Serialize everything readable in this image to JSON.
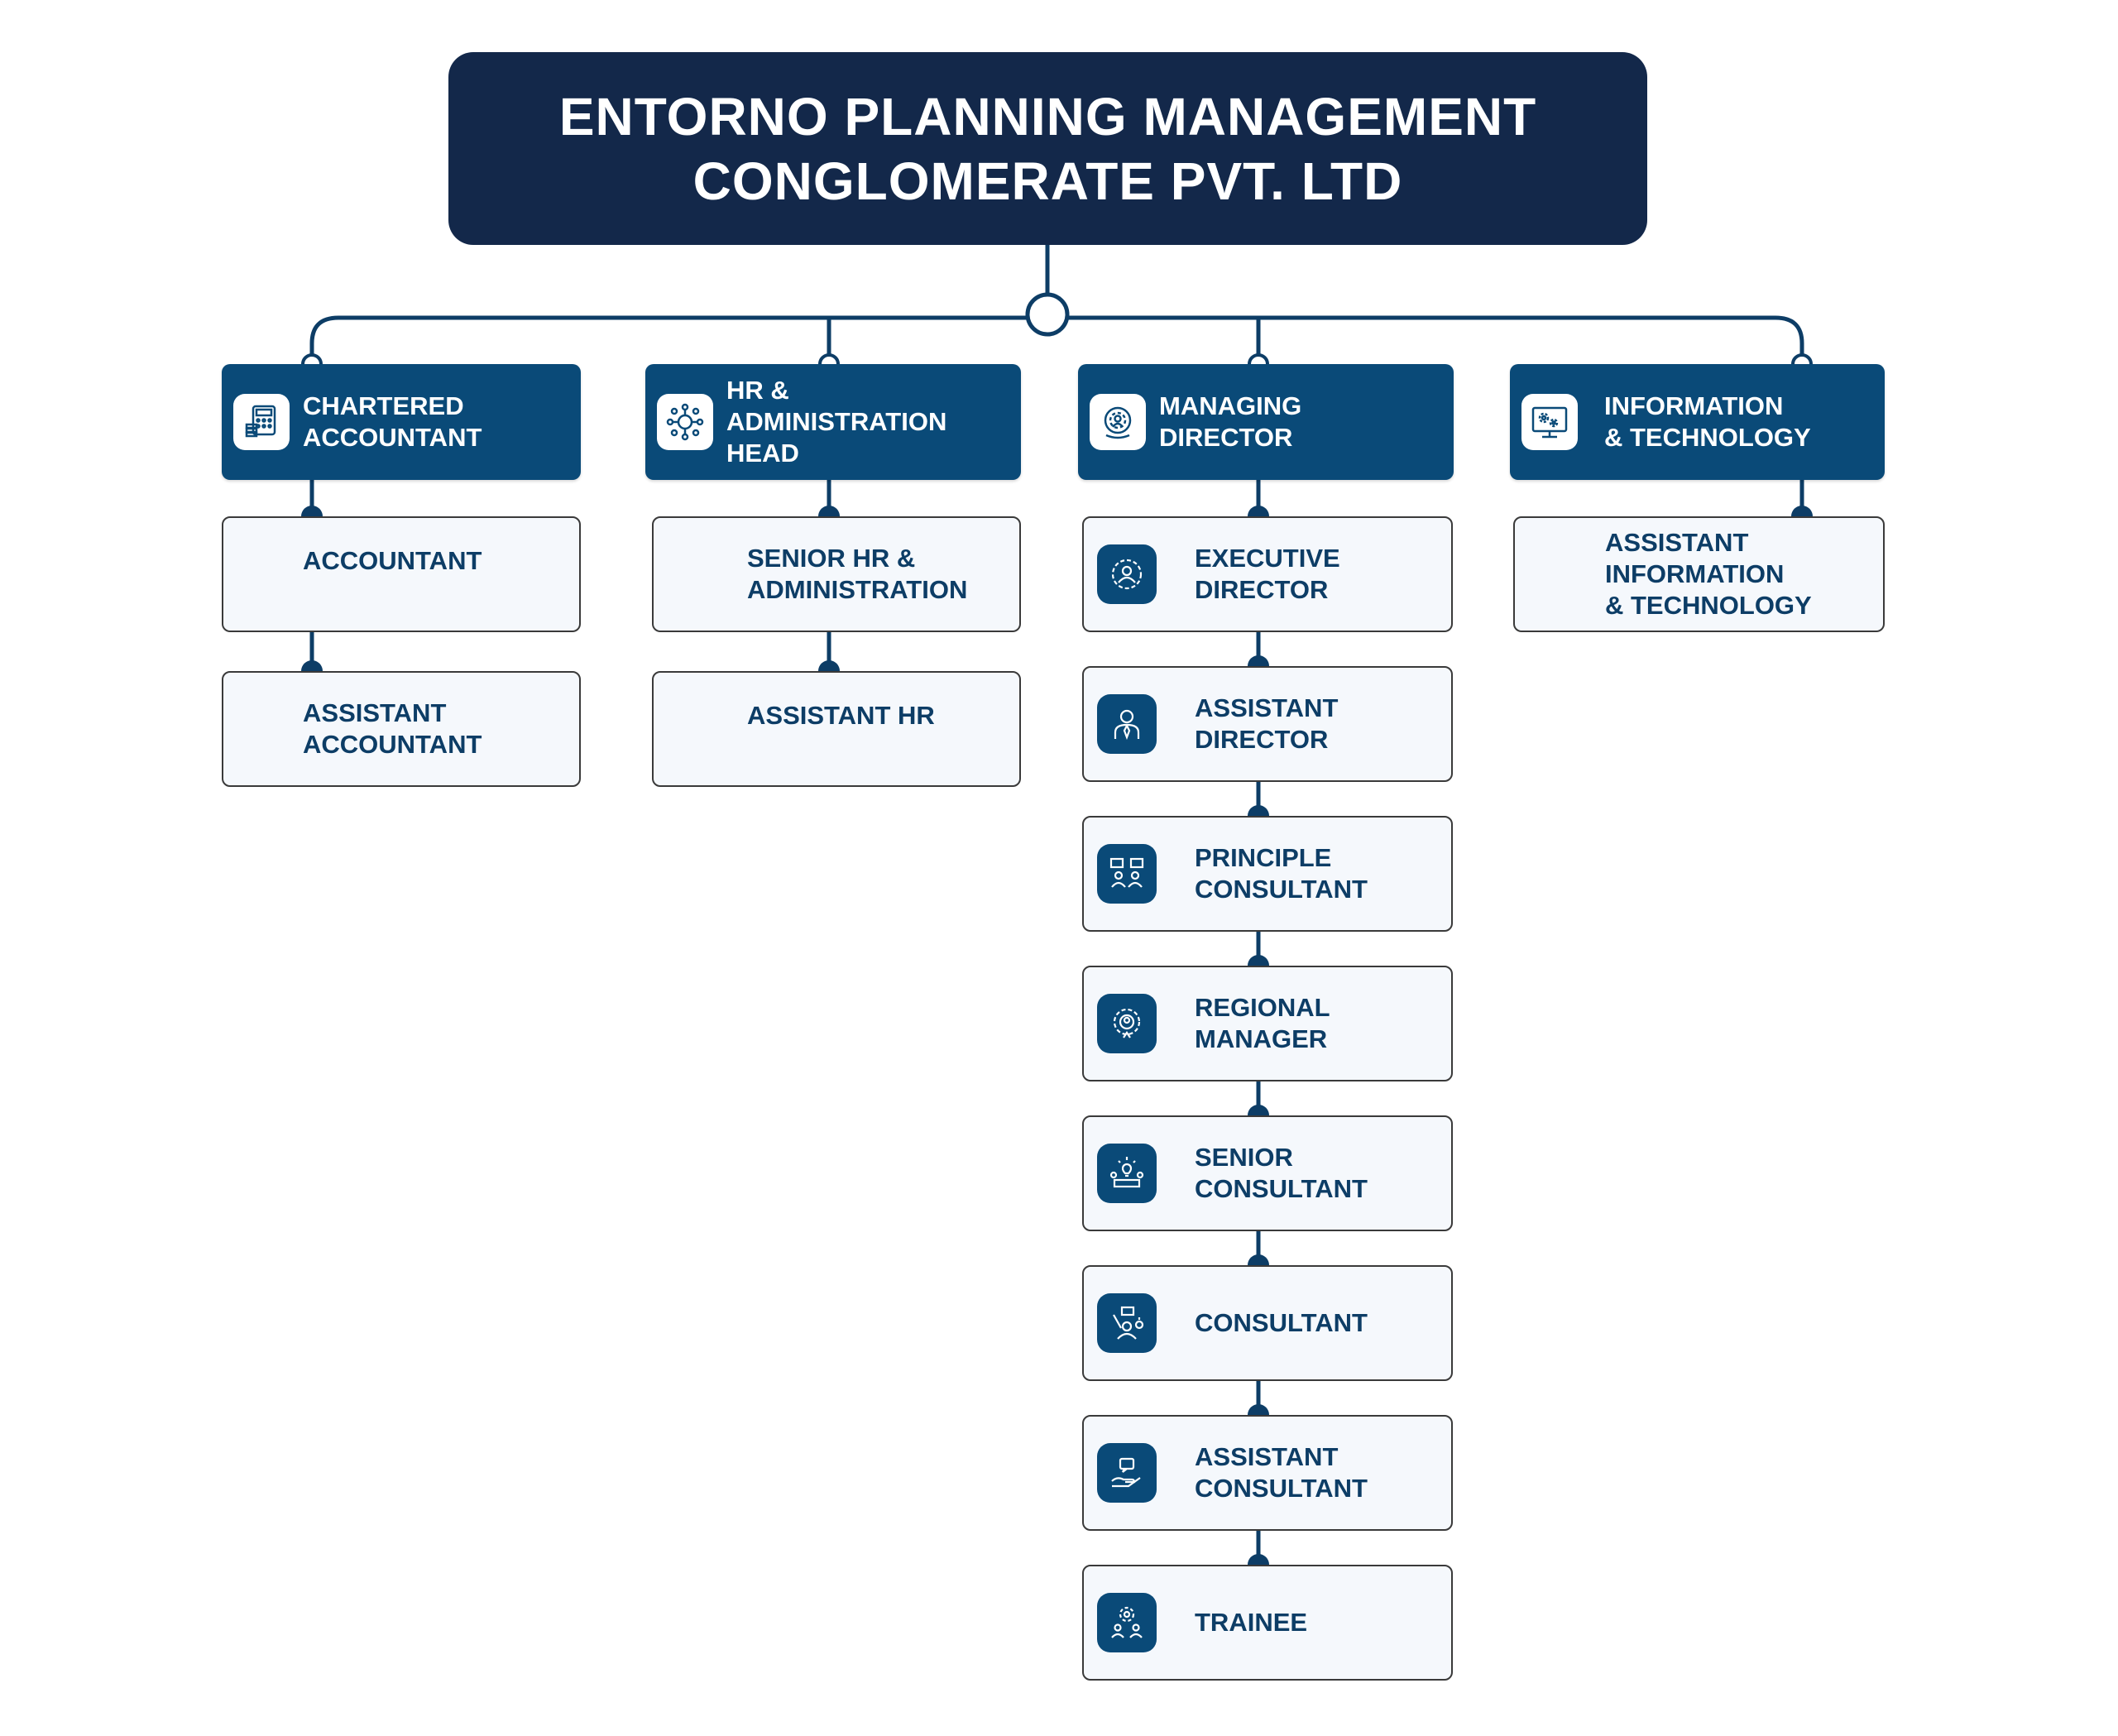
{
  "title": {
    "line1": "ENTORNO PLANNING MANAGEMENT",
    "line2": "CONGLOMERATE PVT. LTD"
  },
  "departments": [
    {
      "name": "CHARTERED ACCOUNTANT",
      "lines": [
        "CHARTERED",
        "ACCOUNTANT"
      ],
      "icon": "accounting-calculator-icon",
      "children": [
        {
          "lines": [
            "ACCOUNTANT"
          ]
        },
        {
          "lines": [
            "ASSISTANT",
            "ACCOUNTANT"
          ]
        }
      ]
    },
    {
      "name": "HR & ADMINISTRATION HEAD",
      "lines": [
        "HR &",
        "ADMINISTRATION",
        "HEAD"
      ],
      "icon": "hr-network-icon",
      "children": [
        {
          "lines": [
            "SENIOR HR &",
            "ADMINISTRATION"
          ]
        },
        {
          "lines": [
            "ASSISTANT HR"
          ]
        }
      ]
    },
    {
      "name": "MANAGING DIRECTOR",
      "lines": [
        "MANAGING",
        "DIRECTOR"
      ],
      "icon": "director-gear-icon",
      "children": [
        {
          "lines": [
            "EXECUTIVE",
            "DIRECTOR"
          ],
          "icon": "executive-gear-person-icon"
        },
        {
          "lines": [
            "ASSISTANT",
            "DIRECTOR"
          ],
          "icon": "assistant-director-person-icon"
        },
        {
          "lines": [
            "PRINCIPLE",
            "CONSULTANT"
          ],
          "icon": "principle-consultant-group-icon"
        },
        {
          "lines": [
            "REGIONAL",
            "MANAGER"
          ],
          "icon": "regional-manager-gear-icon"
        },
        {
          "lines": [
            "SENIOR",
            "CONSULTANT"
          ],
          "icon": "senior-consultant-idea-icon"
        },
        {
          "lines": [
            "CONSULTANT"
          ],
          "icon": "consultant-presenter-icon"
        },
        {
          "lines": [
            "ASSISTANT",
            "CONSULTANT"
          ],
          "icon": "assistant-consultant-hand-chat-icon"
        },
        {
          "lines": [
            "TRAINEE"
          ],
          "icon": "trainee-gear-people-icon"
        }
      ]
    },
    {
      "name": "INFORMATION & TECHNOLOGY",
      "lines": [
        "INFORMATION",
        "& TECHNOLOGY"
      ],
      "icon": "monitor-gears-icon",
      "children": [
        {
          "lines": [
            "ASSISTANT",
            "INFORMATION",
            "& TECHNOLOGY"
          ]
        }
      ]
    }
  ],
  "colors": {
    "title_bg": "#13284a",
    "head_bg": "#0a4a78",
    "node_bg": "#f5f8fc",
    "connector": "#0d3d66"
  }
}
